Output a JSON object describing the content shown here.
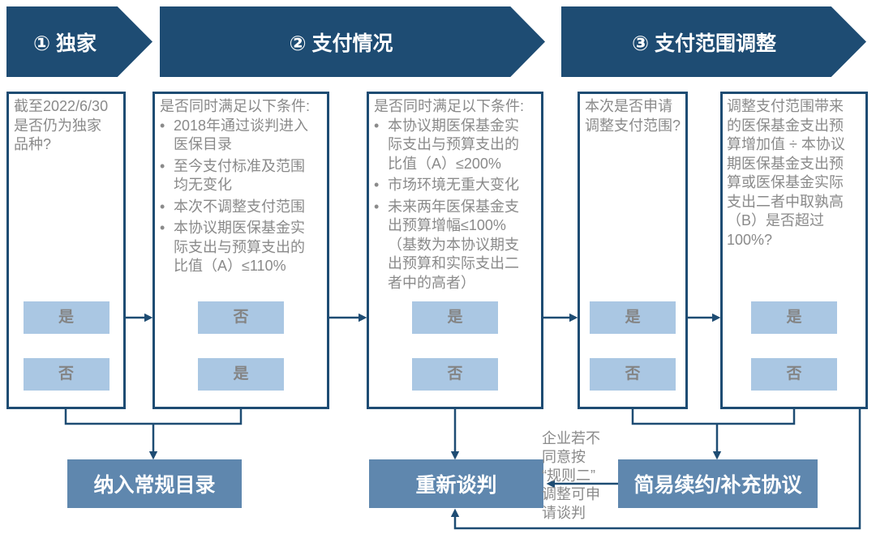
{
  "meta": {
    "bullet": "•"
  },
  "colors": {
    "navy": "#1E4C73",
    "button_blue": "#AAC7E3",
    "outcome_blue": "#5F87AE",
    "text_gray": "#8A8A8A",
    "background": "#FFFFFF"
  },
  "header": {
    "steps": [
      {
        "label": "① 独家"
      },
      {
        "label": "② 支付情况"
      },
      {
        "label": "③ 支付范围调整"
      }
    ]
  },
  "columns": [
    {
      "question": "截至2022/6/30\n是否仍为独家\n品种?",
      "bullets": [],
      "buttons": [
        {
          "label": "是"
        },
        {
          "label": "否"
        }
      ]
    },
    {
      "question": "是否同时满足以下条件:",
      "bullets": [
        "2018年通过谈判进入\n医保目录",
        "至今支付标准及范围\n均无变化",
        "本次不调整支付范围",
        "本协议期医保基金实\n际支出与预算支出的\n比值（A）≤110%"
      ],
      "buttons": [
        {
          "label": "否"
        },
        {
          "label": "是"
        }
      ]
    },
    {
      "question": "是否同时满足以下条件:",
      "bullets": [
        "本协议期医保基金实\n际支出与预算支出的\n比值（A）≤200%",
        "市场环境无重大变化",
        "未来两年医保基金支\n出预算增幅≤100%\n（基数为本协议期支\n出预算和实际支出二\n者中的高者）"
      ],
      "buttons": [
        {
          "label": "是"
        },
        {
          "label": "否"
        }
      ]
    },
    {
      "question": "本次是否申请\n调整支付范围?",
      "bullets": [],
      "buttons": [
        {
          "label": "是"
        },
        {
          "label": "否"
        }
      ]
    },
    {
      "question": "调整支付范围带来\n的医保基金支出预\n算增加值 ÷ 本协议\n期医保基金支出预\n算或医保基金实际\n支出二者中取孰高\n（B）是否超过\n100%?",
      "bullets": [],
      "buttons": [
        {
          "label": "是"
        },
        {
          "label": "否"
        }
      ]
    }
  ],
  "outcomes": [
    {
      "label": "纳入常规目录"
    },
    {
      "label": "重新谈判"
    },
    {
      "label": "简易续约/补充协议"
    }
  ],
  "annotation": "企业若不\n同意按\n“规则二”\n调整可申\n请谈判"
}
